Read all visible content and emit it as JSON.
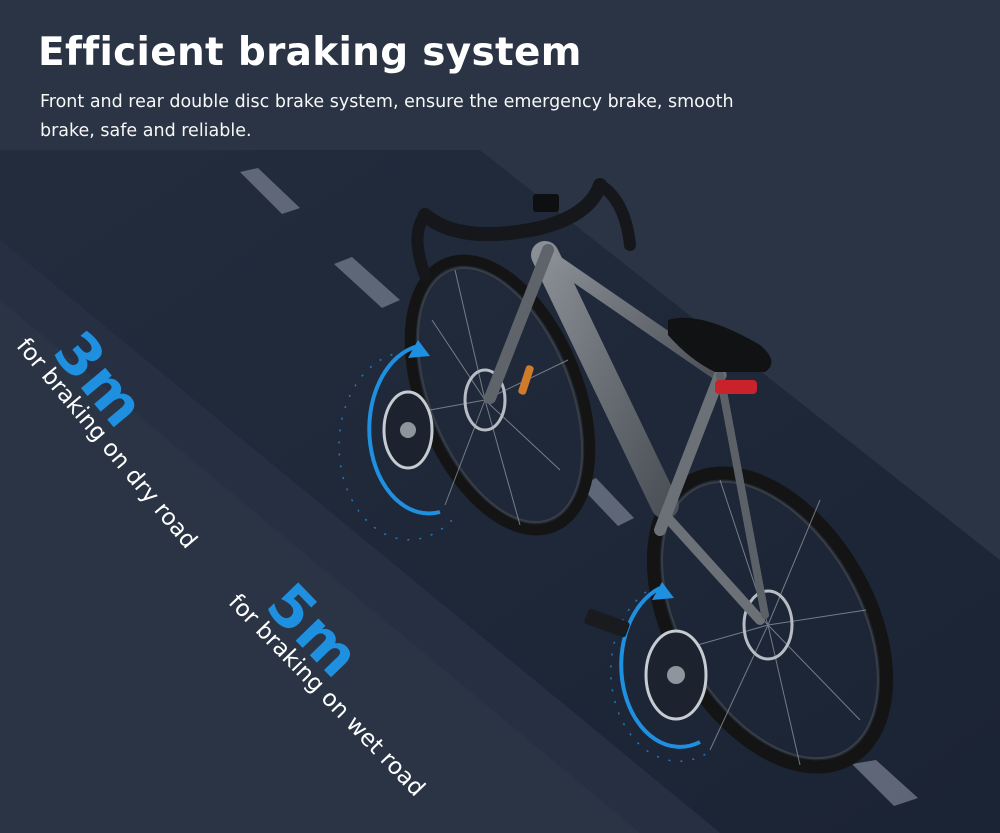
{
  "header": {
    "title": "Efficient braking system",
    "subtitle": "Front and rear double disc brake system, ensure the emergency brake, smooth brake, safe and reliable."
  },
  "metrics": [
    {
      "value": "3m",
      "caption": "for braking on dry road"
    },
    {
      "value": "5m",
      "caption": "for braking on wet road"
    }
  ],
  "colors": {
    "background": "#2a3444",
    "road": "#1d2637",
    "accent": "#1f8fe0",
    "text": "#ffffff",
    "bike_frame": "#6c7077",
    "tail_light": "#c9222a",
    "brake_lever": "#d07a2c"
  }
}
